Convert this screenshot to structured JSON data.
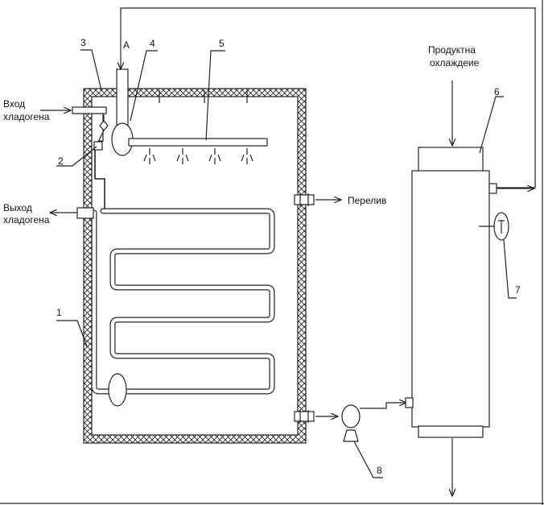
{
  "labels": {
    "inlet_refrigerant": [
      "Вход",
      "хладогена"
    ],
    "outlet_refrigerant": [
      "Выход",
      "хладогена"
    ],
    "overflow": "Перелив",
    "product_cooling": [
      "Продуктна",
      "охлаждеие"
    ],
    "point_a": "А"
  },
  "callouts": {
    "n1": "1",
    "n2": "2",
    "n3": "3",
    "n4": "4",
    "n5": "5",
    "n6": "6",
    "n7": "7",
    "n8": "8"
  }
}
